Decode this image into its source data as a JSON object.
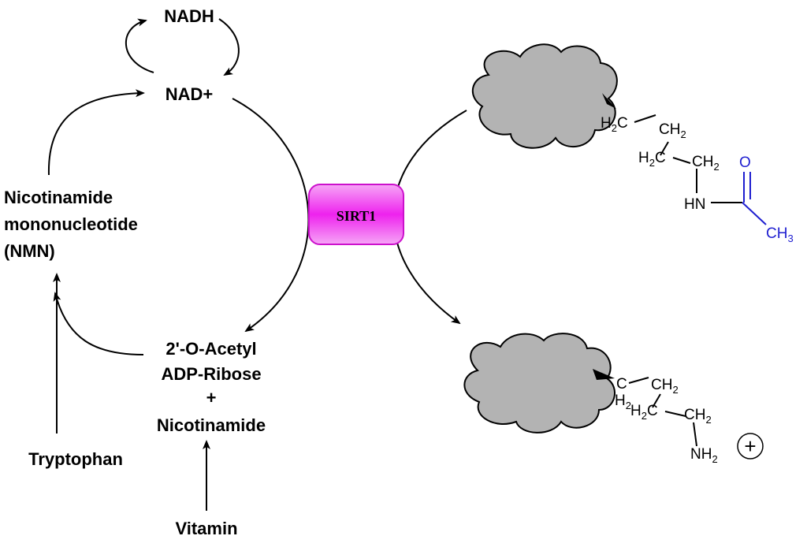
{
  "labels": {
    "nadh": "NADH",
    "nad_plus": "NAD+",
    "nmn_line1": "Nicotinamide",
    "nmn_line2": "mononucleotide",
    "nmn_line3": "(NMN)",
    "products_line1": "2'-O-Acetyl",
    "products_line2": "ADP-Ribose",
    "products_line3": "+",
    "products_line4": "Nicotinamide",
    "tryptophan": "Tryptophan",
    "vitamin": "Vitamin",
    "enzyme": "SIRT1"
  },
  "acetylated_lysine": {
    "ch2_a_main": "H",
    "ch2_a_sub": "2",
    "ch2_a_tail": "C",
    "ch2_b_main": "CH",
    "ch2_b_sub": "2",
    "ch2_c_main": "H",
    "ch2_c_sub": "2",
    "ch2_c_tail": "C",
    "ch2_d_main": "CH",
    "ch2_d_sub": "2",
    "amide_nh": "HN",
    "carbonyl_o": "O",
    "methyl_main": "CH",
    "methyl_sub": "3"
  },
  "deacetylated_lysine": {
    "ch2_a_main": "C",
    "ch2_a_h": "H",
    "ch2_a_sub": "2",
    "ch2_b_main": "CH",
    "ch2_b_sub": "2",
    "ch2_c_main": "H",
    "ch2_c_sub": "2",
    "ch2_c_tail": "C",
    "ch2_d_main": "CH",
    "ch2_d_sub": "2",
    "amine_main": "NH",
    "amine_sub": "2",
    "charge": "+"
  },
  "colors": {
    "enzyme_fill": "#ee22ee",
    "protein_fill": "#b3b3b3",
    "acetyl_blue": "#1f1fd0"
  }
}
